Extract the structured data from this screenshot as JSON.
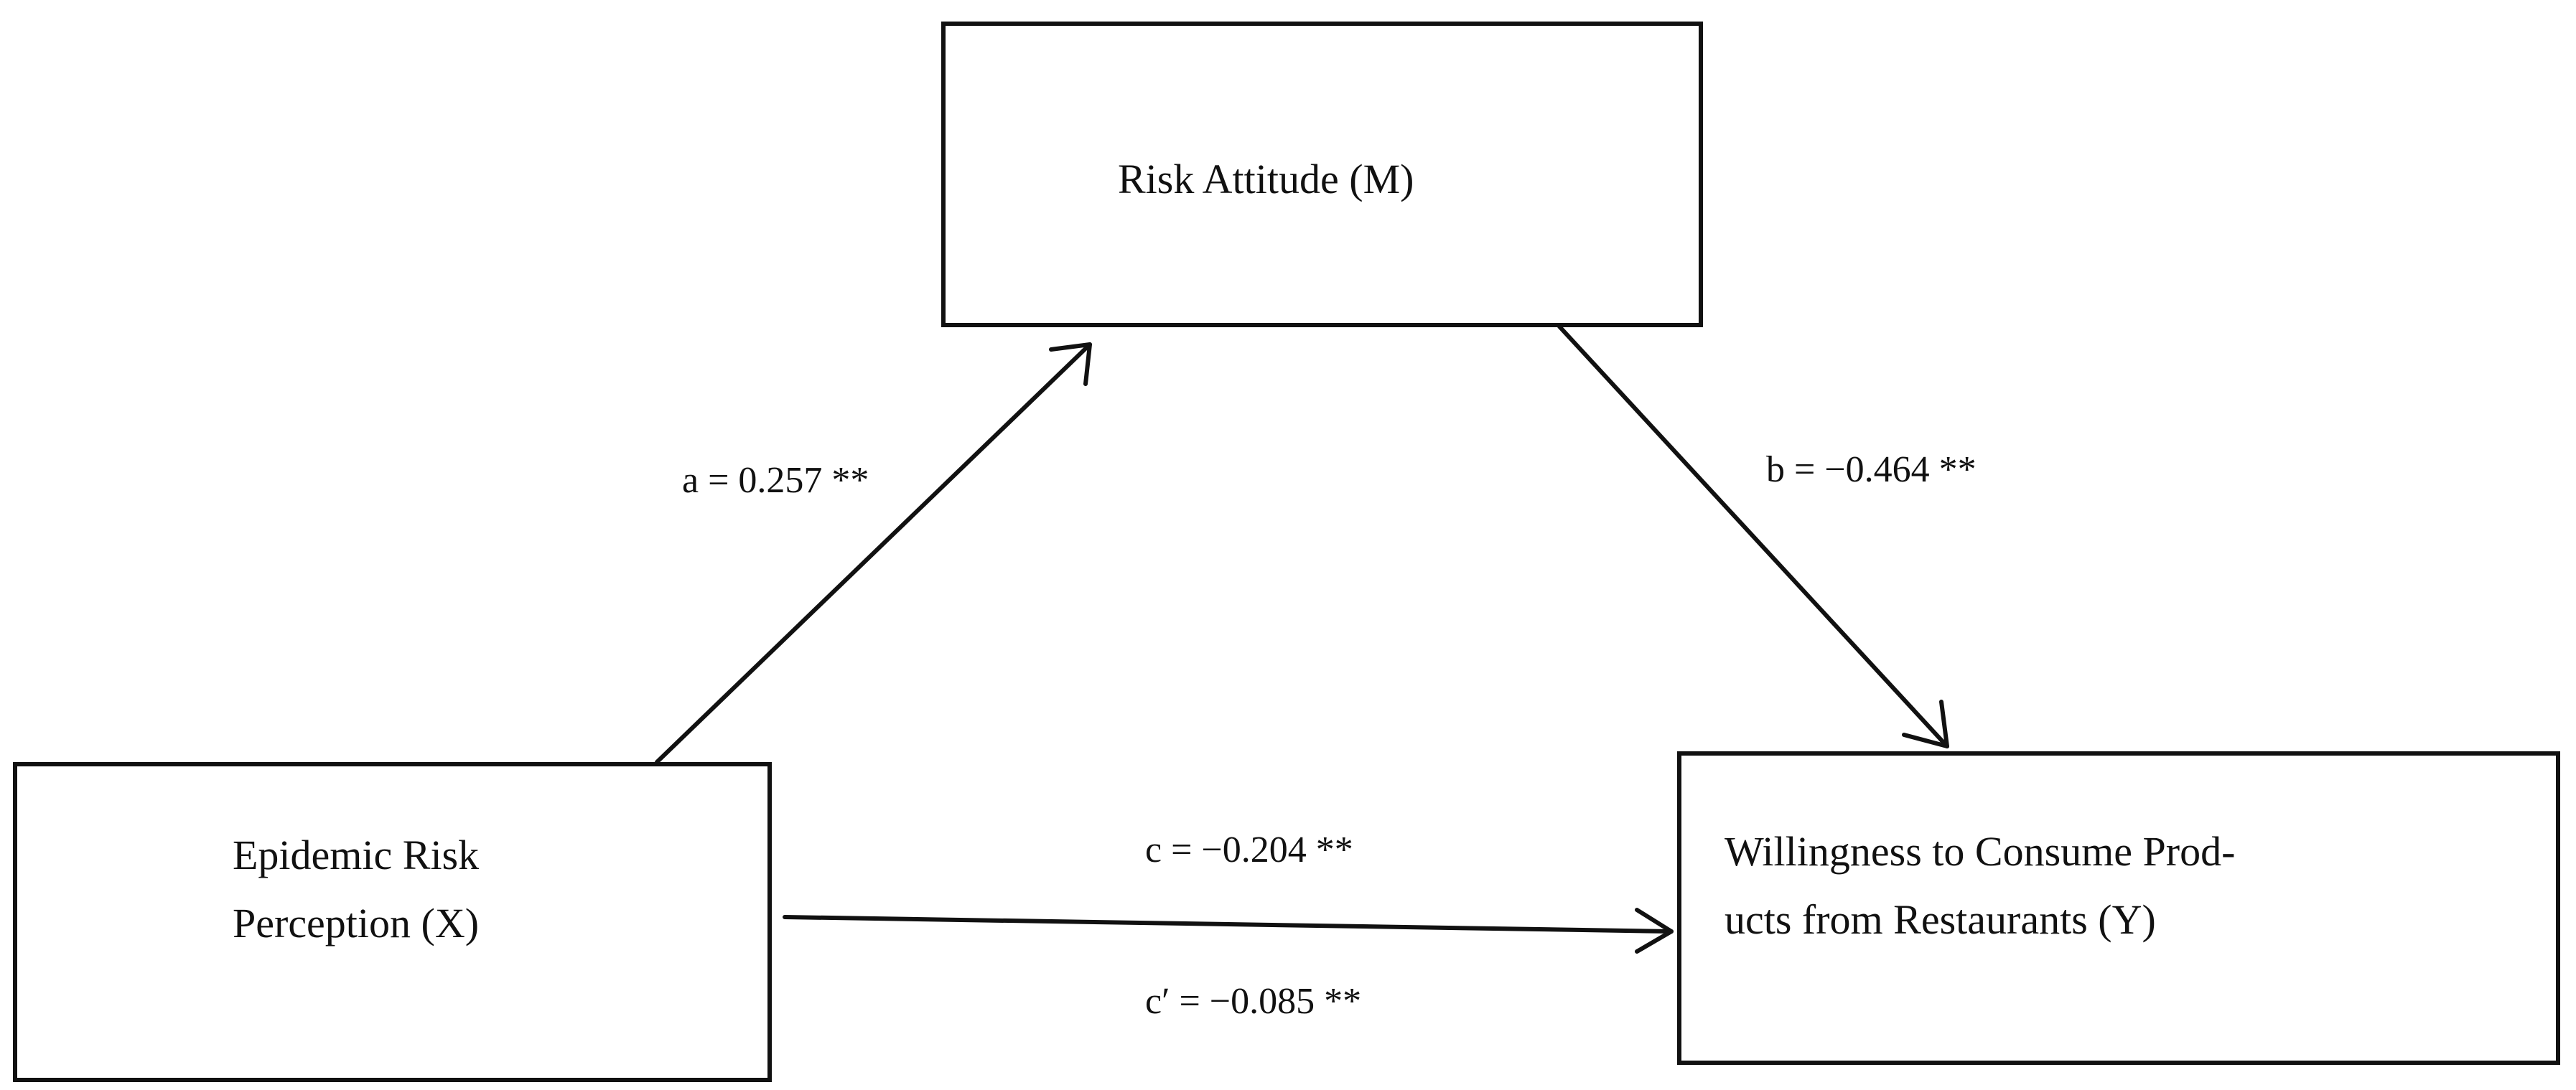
{
  "nodes": {
    "mediator": {
      "label": "Risk Attitude (M)"
    },
    "predictor": {
      "line1": "Epidemic Risk",
      "line2": "Perception (X)"
    },
    "outcome": {
      "line1": "Willingness to Consume Prod-",
      "line2": "ucts from Restaurants (Y)"
    }
  },
  "paths": {
    "a": "a = 0.257 **",
    "b": "b = −0.464 **",
    "c": "c = −0.204 **",
    "c_prime": "c′ = −0.085 **"
  },
  "colors": {
    "line": "#111111",
    "background": "#ffffff"
  }
}
